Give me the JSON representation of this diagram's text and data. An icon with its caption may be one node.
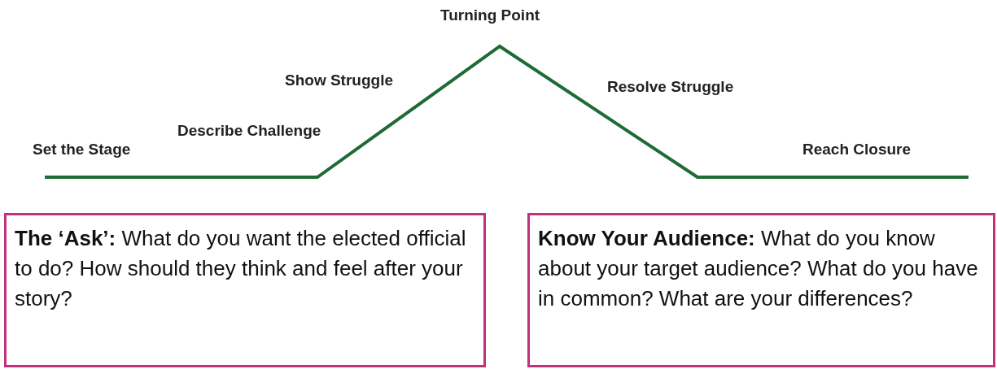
{
  "diagram": {
    "nodes": [
      {
        "text": [
          "**The ‘Ask’:** What do you want the elected official to do? How should they think and feel after your story?"
        ]
      },
      {
        "text": [
          "**Know Your Audience:** What do you know about your target audience? What do you have in common? What are your differences?"
        ]
      }
    ],
    "labels": [
      "Turning Point",
      "Show Struggle",
      "Resolve Struggle",
      "Describe Challenge",
      "Set the Stage",
      "Reach Closure"
    ]
  }
}
